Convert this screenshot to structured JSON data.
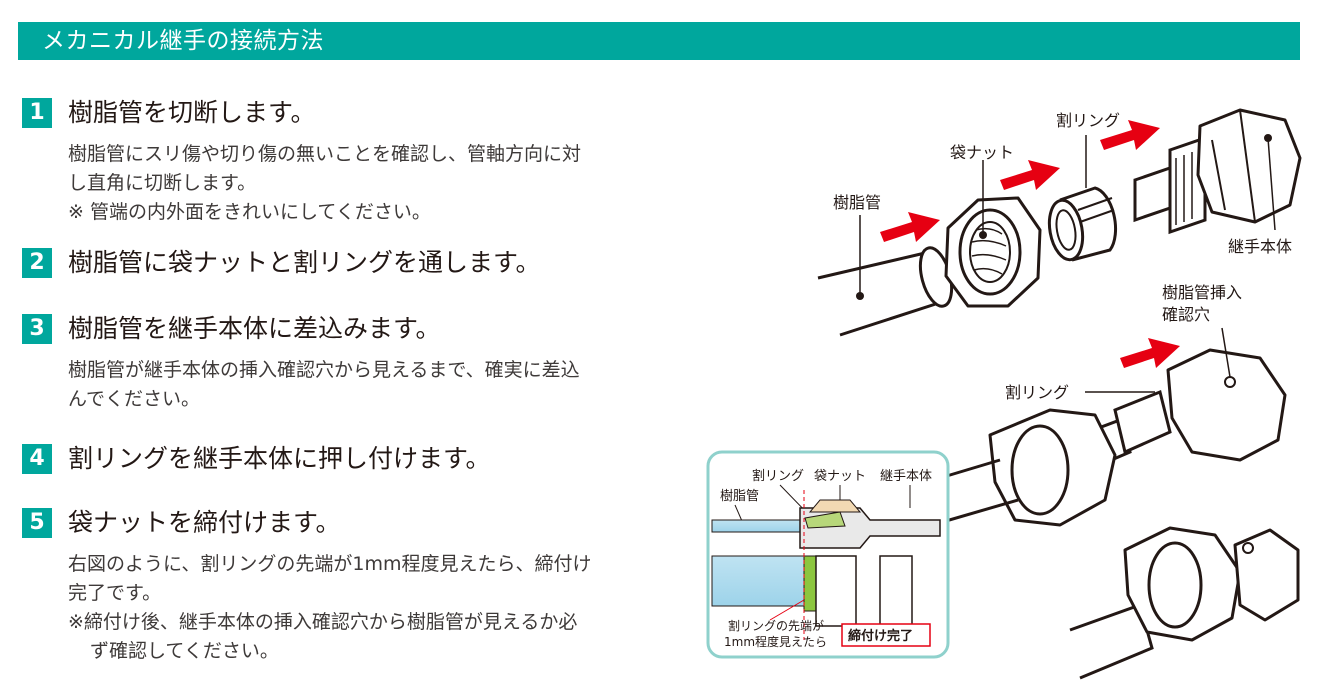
{
  "header": {
    "title": "メカニカル継手の接続方法"
  },
  "steps": [
    {
      "num": "1",
      "title": "樹脂管を切断します。",
      "lines": [
        "樹脂管にスリ傷や切り傷の無いことを確認し、管軸方向に対",
        "し直角に切断します。",
        "※ 管端の内外面をきれいにしてください。"
      ]
    },
    {
      "num": "2",
      "title": "樹脂管に袋ナットと割リングを通します。",
      "lines": []
    },
    {
      "num": "3",
      "title": "樹脂管を継手本体に差込みます。",
      "lines": [
        "樹脂管が継手本体の挿入確認穴から見えるまで、確実に差込",
        "んでください。"
      ]
    },
    {
      "num": "4",
      "title": "割リングを継手本体に押し付けます。",
      "lines": []
    },
    {
      "num": "5",
      "title": "袋ナットを締付けます。",
      "lines": [
        "右図のように、割リングの先端が1mm程度見えたら、締付け",
        "完了です。",
        "※締付け後、継手本体の挿入確認穴から樹脂管が見えるか必",
        "ず確認してください。"
      ]
    }
  ],
  "illustration": {
    "labels": {
      "pipe": "樹脂管",
      "nut": "袋ナット",
      "ring": "割リング",
      "body": "継手本体",
      "hole_line1": "樹脂管挿入",
      "hole_line2": "確認穴",
      "ring2": "割リング"
    },
    "inset": {
      "ring": "割リング",
      "nut": "袋ナット",
      "body": "継手本体",
      "pipe": "樹脂管",
      "note_line1": "割リングの先端が",
      "note_line2": "1mm程度見えたら",
      "complete": "締付け完了"
    }
  },
  "colors": {
    "accent": "#00a79d",
    "arrow": "#e60012",
    "inset_border": "#8fd1cc"
  }
}
